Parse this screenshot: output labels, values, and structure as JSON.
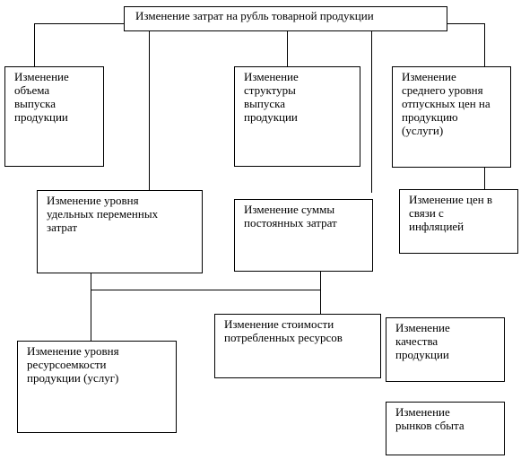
{
  "diagram": {
    "root": "Изменение затрат на рубль товарной продукции",
    "volume": "Изменение\nобъема\nвыпуска\nпродукции",
    "structure": "Изменение\nструктуры\nвыпуска\nпродукции",
    "avg_price": "Изменение\nсреднего уровня\nотпускных цен на\nпродукцию\n(услуги)",
    "variable_costs": "Изменение уровня\nудельных переменных\nзатрат",
    "fixed_costs": "Изменение суммы\nпостоянных затрат",
    "inflation": "Изменение цен  в\nсвязи с\nинфляцией",
    "resources_cost": "Изменение стоимости\nпотребленных ресурсов",
    "resource_intensity": "Изменение уровня\nресурсоемкости\nпродукции (услуг)",
    "quality": "Изменение\nкачества\nпродукции",
    "markets": "Изменение\nрынков сбыта"
  }
}
